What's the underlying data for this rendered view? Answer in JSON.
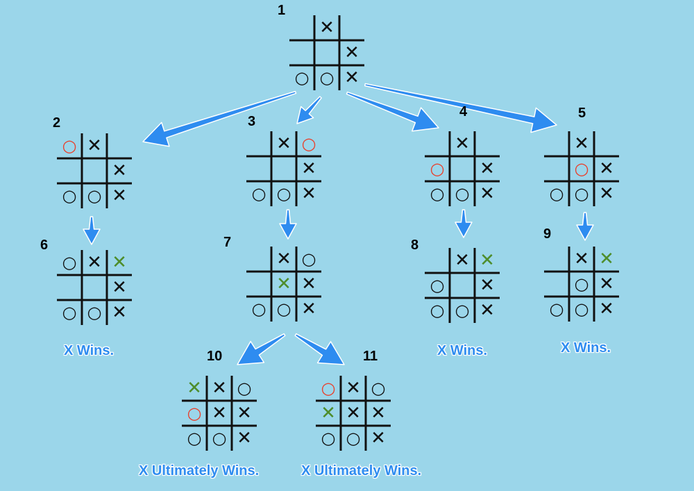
{
  "colors": {
    "background": "#9bd6ea",
    "arrow": "#2e8cf0",
    "new_o": "#e8422e",
    "new_x": "#4e8d2b",
    "mark": "#111111"
  },
  "nodes": [
    {
      "id": "1",
      "label": "1",
      "cells": [
        "",
        "X",
        "",
        "",
        "",
        "X",
        "O",
        "O",
        "X"
      ],
      "highlight": []
    },
    {
      "id": "2",
      "label": "2",
      "cells": [
        "O",
        "X",
        "",
        "",
        "",
        "X",
        "O",
        "O",
        "X"
      ],
      "highlight": [
        {
          "i": 0,
          "c": "red"
        }
      ]
    },
    {
      "id": "3",
      "label": "3",
      "cells": [
        "",
        "X",
        "O",
        "",
        "",
        "X",
        "O",
        "O",
        "X"
      ],
      "highlight": [
        {
          "i": 2,
          "c": "red"
        }
      ]
    },
    {
      "id": "4",
      "label": "4",
      "cells": [
        "",
        "X",
        "",
        "O",
        "",
        "X",
        "O",
        "O",
        "X"
      ],
      "highlight": [
        {
          "i": 3,
          "c": "red"
        }
      ]
    },
    {
      "id": "5",
      "label": "5",
      "cells": [
        "",
        "X",
        "",
        "",
        "O",
        "X",
        "O",
        "O",
        "X"
      ],
      "highlight": [
        {
          "i": 4,
          "c": "red"
        }
      ]
    },
    {
      "id": "6",
      "label": "6",
      "cells": [
        "O",
        "X",
        "X",
        "",
        "",
        "X",
        "O",
        "O",
        "X"
      ],
      "highlight": [
        {
          "i": 2,
          "c": "green"
        }
      ]
    },
    {
      "id": "7",
      "label": "7",
      "cells": [
        "",
        "X",
        "O",
        "",
        "X",
        "X",
        "O",
        "O",
        "X"
      ],
      "highlight": [
        {
          "i": 4,
          "c": "green"
        }
      ]
    },
    {
      "id": "8",
      "label": "8",
      "cells": [
        "",
        "X",
        "X",
        "O",
        "",
        "X",
        "O",
        "O",
        "X"
      ],
      "highlight": [
        {
          "i": 2,
          "c": "green"
        }
      ]
    },
    {
      "id": "9",
      "label": "9",
      "cells": [
        "",
        "X",
        "X",
        "",
        "O",
        "X",
        "O",
        "O",
        "X"
      ],
      "highlight": [
        {
          "i": 2,
          "c": "green"
        }
      ]
    },
    {
      "id": "10",
      "label": "10",
      "cells": [
        "X",
        "X",
        "O",
        "O",
        "X",
        "X",
        "O",
        "O",
        "X"
      ],
      "highlight": [
        {
          "i": 0,
          "c": "green"
        },
        {
          "i": 3,
          "c": "red"
        }
      ]
    },
    {
      "id": "11",
      "label": "11",
      "cells": [
        "O",
        "X",
        "O",
        "X",
        "X",
        "X",
        "O",
        "O",
        "X"
      ],
      "highlight": [
        {
          "i": 0,
          "c": "red"
        },
        {
          "i": 3,
          "c": "green"
        }
      ]
    }
  ],
  "results": {
    "r6": "X Wins.",
    "r8": "X Wins.",
    "r9": "X Wins.",
    "r10": "X Ultimately Wins.",
    "r11": "X Ultimately Wins."
  }
}
